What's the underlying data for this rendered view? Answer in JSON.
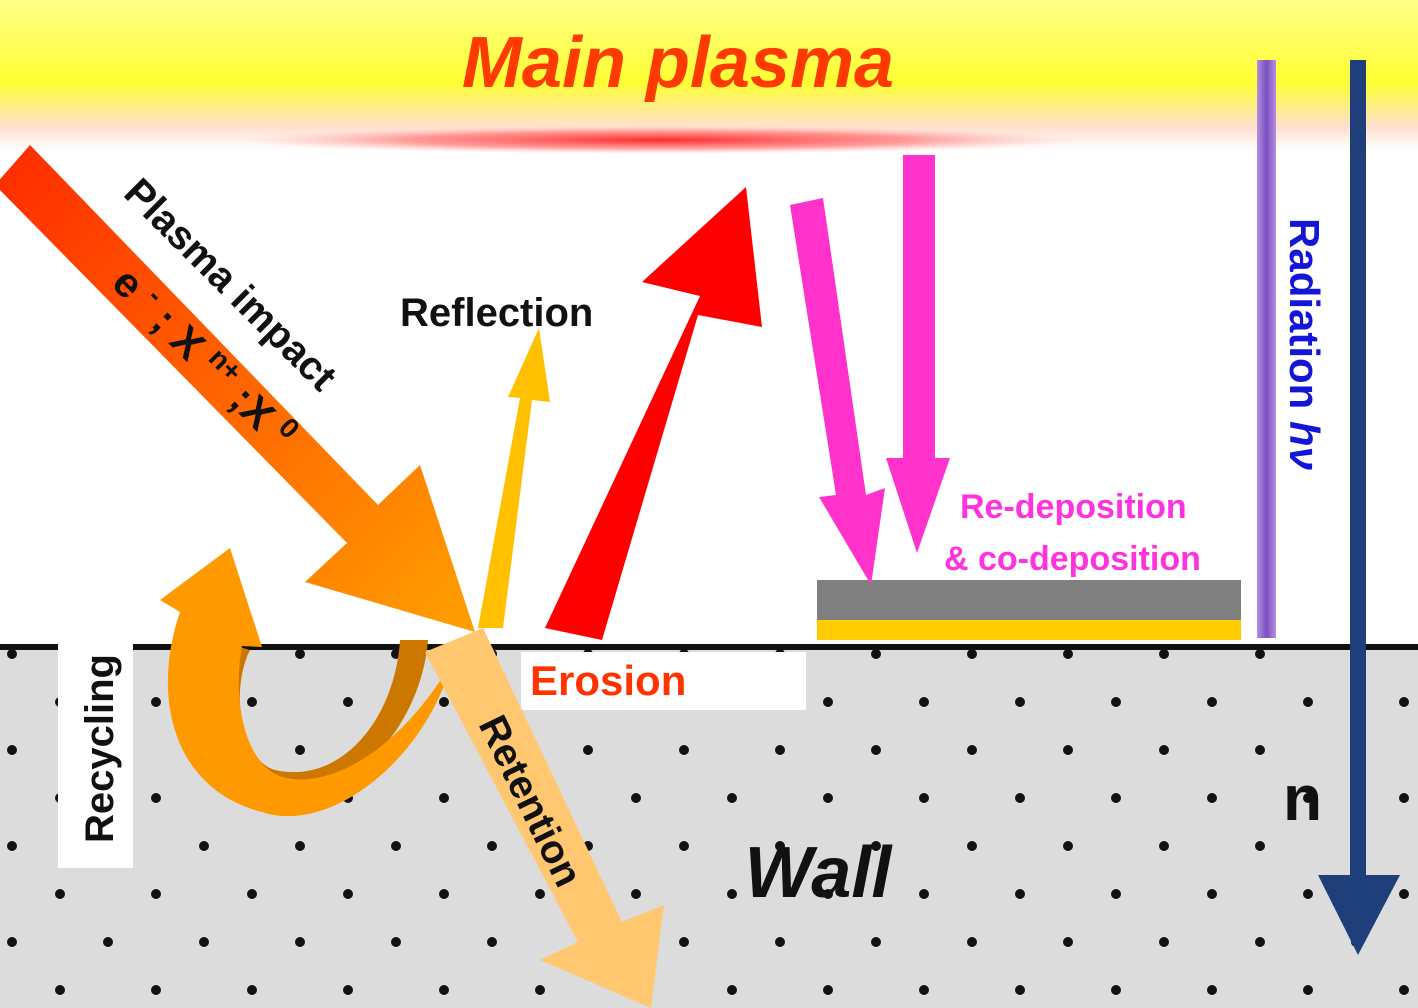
{
  "diagram": {
    "title": "Main plasma",
    "wall_label": "Wall",
    "labels": {
      "plasma_impact": "Plasma impact",
      "species_electron": "e",
      "species_minus": "-",
      "species_sep1": "; X",
      "species_nplus": "n+",
      "species_sep2": ";X",
      "species_zero": "0",
      "reflection": "Reflection",
      "erosion": "Erosion",
      "recycling": "Recycling",
      "retention": "Retention",
      "redeposition_line1": "Re-deposition",
      "redeposition_line2": "& co-deposition",
      "radiation": "Radiation",
      "radiation_symbol": "hν",
      "neutron": "n"
    },
    "colors": {
      "plasma_band": "#ffff66",
      "plasma_glow": "#ff3030",
      "wall_fill": "#dcdcdc",
      "wall_dots": "#111111",
      "impact_arrow_start": "#ff2a00",
      "impact_arrow_end": "#ff9a00",
      "reflection_arrow": "#ffc000",
      "erosion_arrow": "#ff0000",
      "redeposition_arrows": "#ff33cc",
      "deposit_layer": "#808080",
      "substrate_layer": "#ffcc00",
      "recycling_arrow": "#ff9900",
      "retention_arrow": "#ffc870",
      "radiation_arrow": "#9966cc",
      "neutron_arrow": "#1f3f7a"
    }
  }
}
